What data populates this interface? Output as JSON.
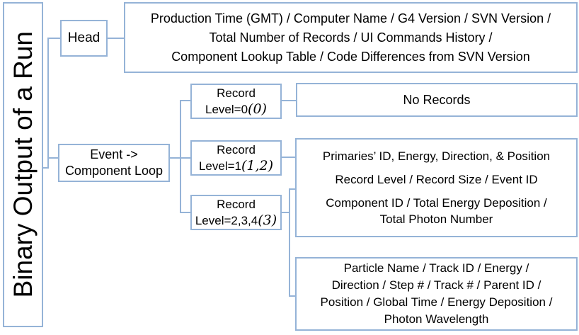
{
  "title": "Binary Output of a Run",
  "head": {
    "label": "Head"
  },
  "head_details": {
    "lines": [
      "Production Time (GMT) / Computer Name / G4 Version / SVN Version /",
      "Total Number of Records / UI Commands History /",
      "Component Lookup Table / Code Differences from SVN Version"
    ]
  },
  "event_loop": {
    "lines": [
      "Event ->",
      "Component Loop"
    ]
  },
  "records": [
    {
      "title": "Record",
      "level": "Level=0",
      "paren": "(0)"
    },
    {
      "title": "Record",
      "level": "Level=1",
      "paren": "(1,2)"
    },
    {
      "title": "Record",
      "level": "Level=2,3,4",
      "paren": "(3)"
    }
  ],
  "no_records": {
    "label": "No Records"
  },
  "event_summary": {
    "para1": "Primaries’ ID, Energy, Direction, & Position",
    "para2": "Record Level / Record Size / Event ID",
    "para3_line1": "Component ID / Total Energy Deposition /",
    "para3_line2": "Total Photon Number"
  },
  "track_details": {
    "lines": [
      "Particle Name / Track ID / Energy /",
      "Direction / Step # / Track # / Parent ID /",
      "Position /  Global Time / Energy Deposition /",
      "Photon Wavelength"
    ]
  },
  "colors": {
    "border": "#95B3D7",
    "text": "#000000",
    "background": "#FFFFFF"
  }
}
